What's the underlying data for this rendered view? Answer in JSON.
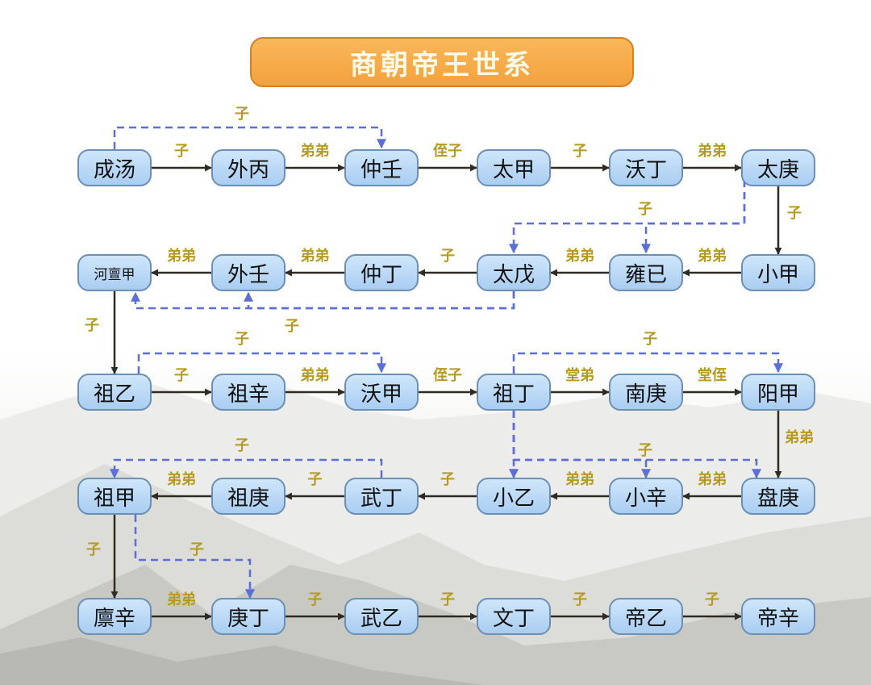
{
  "title": "商朝帝王世系",
  "nodes": [
    {
      "id": "chengtang",
      "name": "成汤"
    },
    {
      "id": "waibing",
      "name": "外丙"
    },
    {
      "id": "zhongren",
      "name": "仲壬"
    },
    {
      "id": "taijia",
      "name": "太甲"
    },
    {
      "id": "woding",
      "name": "沃丁"
    },
    {
      "id": "taigeng",
      "name": "太庚"
    },
    {
      "id": "hedanjia",
      "name": "河亶甲"
    },
    {
      "id": "wairen",
      "name": "外壬"
    },
    {
      "id": "zhongding",
      "name": "仲丁"
    },
    {
      "id": "taiwu",
      "name": "太戊"
    },
    {
      "id": "yongji",
      "name": "雍已"
    },
    {
      "id": "xiaojia",
      "name": "小甲"
    },
    {
      "id": "zuyi",
      "name": "祖乙"
    },
    {
      "id": "zuxin",
      "name": "祖辛"
    },
    {
      "id": "wojia",
      "name": "沃甲"
    },
    {
      "id": "zuding",
      "name": "祖丁"
    },
    {
      "id": "nangeng",
      "name": "南庚"
    },
    {
      "id": "yangjia",
      "name": "阳甲"
    },
    {
      "id": "zujia",
      "name": "祖甲"
    },
    {
      "id": "zugeng",
      "name": "祖庚"
    },
    {
      "id": "wuding",
      "name": "武丁"
    },
    {
      "id": "xiaoyi",
      "name": "小乙"
    },
    {
      "id": "xiaoxin",
      "name": "小辛"
    },
    {
      "id": "pangeng",
      "name": "盘庚"
    },
    {
      "id": "linxin",
      "name": "廪辛"
    },
    {
      "id": "gengding",
      "name": "庚丁"
    },
    {
      "id": "wuyi",
      "name": "武乙"
    },
    {
      "id": "wending",
      "name": "文丁"
    },
    {
      "id": "diyi",
      "name": "帝乙"
    },
    {
      "id": "dixin",
      "name": "帝辛"
    }
  ],
  "edges": [
    {
      "from": "chengtang",
      "to": "waibing",
      "label": "子",
      "style": "solid"
    },
    {
      "from": "waibing",
      "to": "zhongren",
      "label": "弟弟",
      "style": "solid"
    },
    {
      "from": "zhongren",
      "to": "taijia",
      "label": "侄子",
      "style": "solid"
    },
    {
      "from": "taijia",
      "to": "woding",
      "label": "子",
      "style": "solid"
    },
    {
      "from": "woding",
      "to": "taigeng",
      "label": "弟弟",
      "style": "solid"
    },
    {
      "from": "taigeng",
      "to": "xiaojia",
      "label": "子",
      "style": "solid"
    },
    {
      "from": "xiaojia",
      "to": "yongji",
      "label": "弟弟",
      "style": "solid"
    },
    {
      "from": "yongji",
      "to": "taiwu",
      "label": "弟弟",
      "style": "solid"
    },
    {
      "from": "taiwu",
      "to": "zhongding",
      "label": "子",
      "style": "solid"
    },
    {
      "from": "zhongding",
      "to": "wairen",
      "label": "弟弟",
      "style": "solid"
    },
    {
      "from": "wairen",
      "to": "hedanjia",
      "label": "弟弟",
      "style": "solid"
    },
    {
      "from": "hedanjia",
      "to": "zuyi",
      "label": "子",
      "style": "solid"
    },
    {
      "from": "zuyi",
      "to": "zuxin",
      "label": "子",
      "style": "solid"
    },
    {
      "from": "zuxin",
      "to": "wojia",
      "label": "弟弟",
      "style": "solid"
    },
    {
      "from": "wojia",
      "to": "zuding",
      "label": "侄子",
      "style": "solid"
    },
    {
      "from": "zuding",
      "to": "nangeng",
      "label": "堂弟",
      "style": "solid"
    },
    {
      "from": "nangeng",
      "to": "yangjia",
      "label": "堂侄",
      "style": "solid"
    },
    {
      "from": "yangjia",
      "to": "pangeng",
      "label": "弟弟",
      "style": "solid"
    },
    {
      "from": "pangeng",
      "to": "xiaoxin",
      "label": "弟弟",
      "style": "solid"
    },
    {
      "from": "xiaoxin",
      "to": "xiaoyi",
      "label": "弟弟",
      "style": "solid"
    },
    {
      "from": "xiaoyi",
      "to": "wuding",
      "label": "子",
      "style": "solid"
    },
    {
      "from": "wuding",
      "to": "zugeng",
      "label": "子",
      "style": "solid"
    },
    {
      "from": "zugeng",
      "to": "zujia",
      "label": "弟弟",
      "style": "solid"
    },
    {
      "from": "zujia",
      "to": "linxin",
      "label": "子",
      "style": "solid"
    },
    {
      "from": "linxin",
      "to": "gengding",
      "label": "弟弟",
      "style": "solid"
    },
    {
      "from": "gengding",
      "to": "wuyi",
      "label": "子",
      "style": "solid"
    },
    {
      "from": "wuyi",
      "to": "wending",
      "label": "子",
      "style": "solid"
    },
    {
      "from": "wending",
      "to": "diyi",
      "label": "子",
      "style": "solid"
    },
    {
      "from": "diyi",
      "to": "dixin",
      "label": "子",
      "style": "solid"
    },
    {
      "from": "chengtang",
      "to": "zhongren",
      "label": "子",
      "style": "dashed"
    },
    {
      "from": "taigeng",
      "to": "yongji",
      "label": "子",
      "style": "dashed"
    },
    {
      "from": "taigeng",
      "to": "taiwu",
      "label": "子",
      "style": "dashed"
    },
    {
      "from": "taiwu",
      "to": "wairen",
      "label": "子",
      "style": "dashed"
    },
    {
      "from": "taiwu",
      "to": "hedanjia",
      "label": "子",
      "style": "dashed"
    },
    {
      "from": "zuyi",
      "to": "wojia",
      "label": "子",
      "style": "dashed"
    },
    {
      "from": "zuding",
      "to": "yangjia",
      "label": "子",
      "style": "dashed"
    },
    {
      "from": "zuding",
      "to": "xiaoyi",
      "label": "子",
      "style": "dashed"
    },
    {
      "from": "zuding",
      "to": "xiaoxin",
      "label": "子",
      "style": "dashed"
    },
    {
      "from": "zuding",
      "to": "pangeng",
      "label": "子",
      "style": "dashed"
    },
    {
      "from": "wuding",
      "to": "zujia",
      "label": "子",
      "style": "dashed"
    },
    {
      "from": "zujia",
      "to": "gengding",
      "label": "子",
      "style": "dashed"
    }
  ],
  "colors": {
    "title_fill": "#f5a843",
    "title_border": "#d6801f",
    "title_text": "#fffbe9",
    "node_fill": "#b9d8f5",
    "node_border": "#6b8fb5",
    "solid_arrow": "#2f2a22",
    "dashed_arrow": "#5b6fd6",
    "label_text": "#b59a1e"
  }
}
